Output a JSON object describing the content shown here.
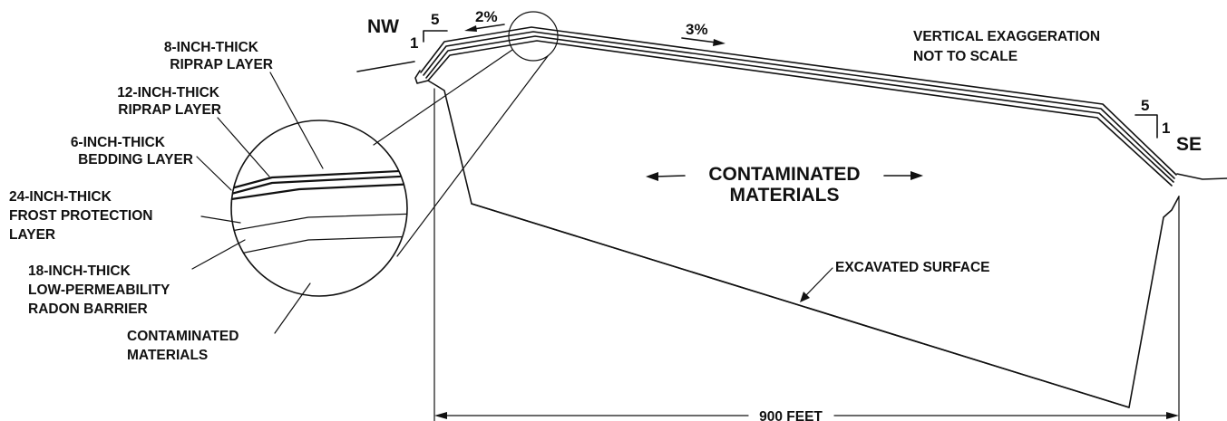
{
  "orientation": {
    "left": "NW",
    "right": "SE"
  },
  "slopes": {
    "left_run": "5",
    "left_rise": "1",
    "top_left_grade": "2%",
    "top_right_grade": "3%",
    "right_run": "5",
    "right_rise": "1"
  },
  "notes": {
    "scale_line1": "VERTICAL EXAGGERATION",
    "scale_line2": "NOT TO SCALE"
  },
  "center_label": {
    "line1": "CONTAMINATED",
    "line2": "MATERIALS"
  },
  "excavated_label": "EXCAVATED SURFACE",
  "dimension_label": "900 FEET",
  "layers": [
    {
      "line1": "8-INCH-THICK",
      "line2": "RIPRAP LAYER"
    },
    {
      "line1": "12-INCH-THICK",
      "line2": "RIPRAP LAYER"
    },
    {
      "line1": "6-INCH-THICK",
      "line2": "BEDDING LAYER"
    },
    {
      "line1": "24-INCH-THICK",
      "line2": "FROST PROTECTION",
      "line3": "LAYER"
    },
    {
      "line1": "18-INCH-THICK",
      "line2": "LOW-PERMEABILITY",
      "line3": "RADON BARRIER"
    },
    {
      "line1": "CONTAMINATED",
      "line2": "MATERIALS"
    }
  ],
  "colors": {
    "ink": "#111111",
    "background": "#ffffff"
  }
}
